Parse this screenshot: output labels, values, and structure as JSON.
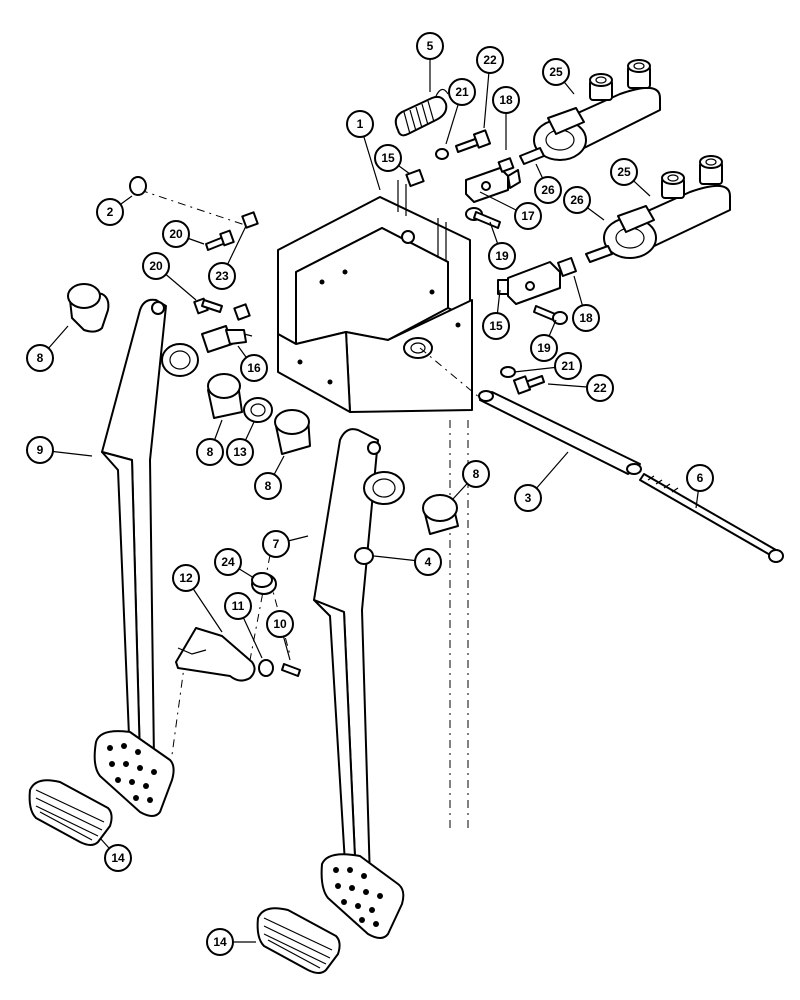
{
  "diagram": {
    "type": "exploded-parts-view",
    "callouts": [
      {
        "id": "c1",
        "number": "1"
      },
      {
        "id": "c2",
        "number": "2"
      },
      {
        "id": "c3",
        "number": "3"
      },
      {
        "id": "c4",
        "number": "4"
      },
      {
        "id": "c5",
        "number": "5"
      },
      {
        "id": "c6",
        "number": "6"
      },
      {
        "id": "c7",
        "number": "7"
      },
      {
        "id": "c8a",
        "number": "8"
      },
      {
        "id": "c8b",
        "number": "8"
      },
      {
        "id": "c8c",
        "number": "8"
      },
      {
        "id": "c8d",
        "number": "8"
      },
      {
        "id": "c9",
        "number": "9"
      },
      {
        "id": "c10",
        "number": "10"
      },
      {
        "id": "c11",
        "number": "11"
      },
      {
        "id": "c12",
        "number": "12"
      },
      {
        "id": "c13",
        "number": "13"
      },
      {
        "id": "c14a",
        "number": "14"
      },
      {
        "id": "c14b",
        "number": "14"
      },
      {
        "id": "c15a",
        "number": "15"
      },
      {
        "id": "c15b",
        "number": "15"
      },
      {
        "id": "c16",
        "number": "16"
      },
      {
        "id": "c17",
        "number": "17"
      },
      {
        "id": "c18a",
        "number": "18"
      },
      {
        "id": "c18b",
        "number": "18"
      },
      {
        "id": "c19a",
        "number": "19"
      },
      {
        "id": "c19b",
        "number": "19"
      },
      {
        "id": "c20a",
        "number": "20"
      },
      {
        "id": "c20b",
        "number": "20"
      },
      {
        "id": "c21a",
        "number": "21"
      },
      {
        "id": "c21b",
        "number": "21"
      },
      {
        "id": "c22a",
        "number": "22"
      },
      {
        "id": "c22b",
        "number": "22"
      },
      {
        "id": "c23",
        "number": "23"
      },
      {
        "id": "c24",
        "number": "24"
      },
      {
        "id": "c25a",
        "number": "25"
      },
      {
        "id": "c25b",
        "number": "25"
      },
      {
        "id": "c26a",
        "number": "26"
      },
      {
        "id": "c26b",
        "number": "26"
      }
    ]
  }
}
